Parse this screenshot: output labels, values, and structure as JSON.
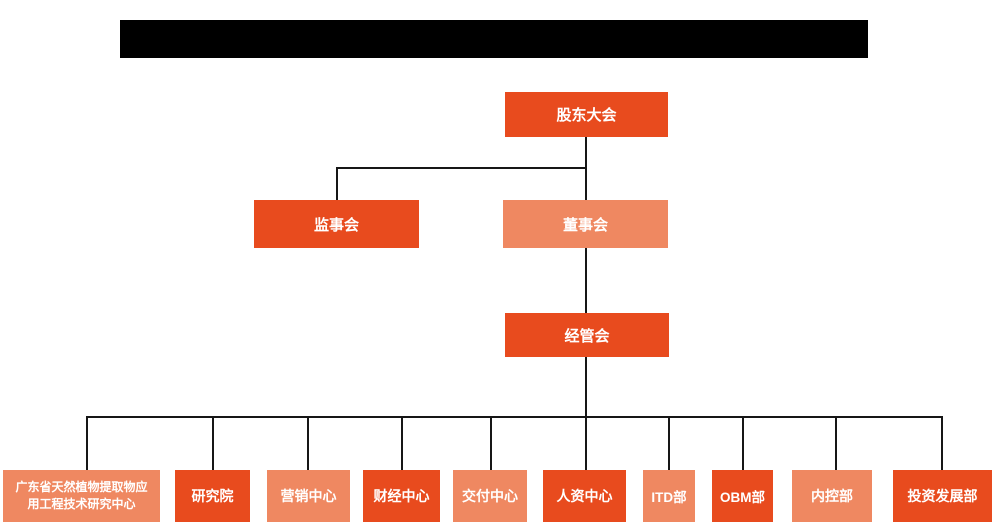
{
  "palette": {
    "primary_orange": "#e84b1e",
    "secondary_orange": "#ef8861",
    "connector_black": "#161616",
    "box_text_white": "#ffffff",
    "redaction_black": "#000000"
  },
  "org_chart": {
    "root": {
      "label": "股东大会",
      "tone": "dark"
    },
    "level2": [
      {
        "label": "监事会",
        "tone": "dark"
      },
      {
        "label": "董事会",
        "tone": "light"
      }
    ],
    "level3": {
      "label": "经管会",
      "tone": "dark"
    },
    "departments": [
      {
        "label": "广东省天然植物提取物应用工程技术研究中心",
        "tone": "light"
      },
      {
        "label": "研究院",
        "tone": "dark"
      },
      {
        "label": "营销中心",
        "tone": "light"
      },
      {
        "label": "财经中心",
        "tone": "dark"
      },
      {
        "label": "交付中心",
        "tone": "light"
      },
      {
        "label": "人资中心",
        "tone": "dark"
      },
      {
        "label": "ITD部",
        "tone": "light"
      },
      {
        "label": "OBM部",
        "tone": "dark"
      },
      {
        "label": "内控部",
        "tone": "light"
      },
      {
        "label": "投资发展部",
        "tone": "dark"
      }
    ]
  }
}
